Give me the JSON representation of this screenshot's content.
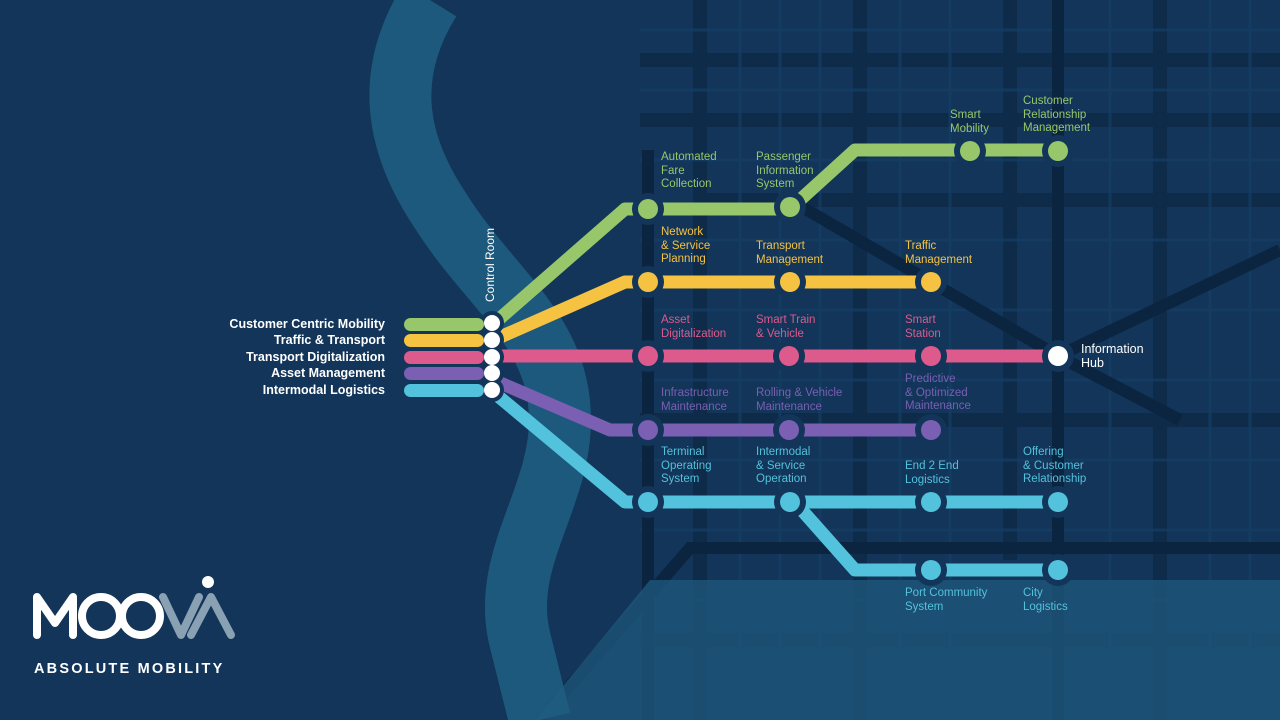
{
  "colors": {
    "background": "#123559",
    "customer_centric_mobility": "#97c66b",
    "traffic_transport": "#f5c242",
    "transport_digitalization": "#dd5a8c",
    "asset_management": "#7a5fb3",
    "intermodal_logistics": "#53c2dc"
  },
  "control_room": "Control Room",
  "legend": [
    {
      "label": "Customer Centric Mobility",
      "color": "#97c66b"
    },
    {
      "label": "Traffic & Transport",
      "color": "#f5c242"
    },
    {
      "label": "Transport Digitalization",
      "color": "#dd5a8c"
    },
    {
      "label": "Asset Management",
      "color": "#7a5fb3"
    },
    {
      "label": "Intermodal Logistics",
      "color": "#53c2dc"
    }
  ],
  "stations": [
    {
      "line": "green",
      "lines": [
        "Automated",
        "Fare",
        "Collection"
      ]
    },
    {
      "line": "green",
      "lines": [
        "Passenger",
        "Information",
        "System"
      ]
    },
    {
      "line": "green",
      "lines": [
        "Smart",
        "Mobility"
      ]
    },
    {
      "line": "green",
      "lines": [
        "Customer",
        "Relationship",
        "Management"
      ]
    },
    {
      "line": "yellow",
      "lines": [
        "Network",
        "& Service",
        "Planning"
      ]
    },
    {
      "line": "yellow",
      "lines": [
        "Transport",
        "Management"
      ]
    },
    {
      "line": "yellow",
      "lines": [
        "Traffic",
        "Management"
      ]
    },
    {
      "line": "pink",
      "lines": [
        "Asset",
        "Digitalization"
      ]
    },
    {
      "line": "pink",
      "lines": [
        "Smart Train",
        "& Vehicle"
      ]
    },
    {
      "line": "pink",
      "lines": [
        "Smart",
        "Station"
      ]
    },
    {
      "line": "hub",
      "lines": [
        "Information",
        "Hub"
      ]
    },
    {
      "line": "purple",
      "lines": [
        "Infrastructure",
        "Maintenance"
      ]
    },
    {
      "line": "purple",
      "lines": [
        "Rolling & Vehicle",
        "Maintenance"
      ]
    },
    {
      "line": "purple",
      "lines": [
        "Predictive",
        "& Optimized",
        "Maintenance"
      ]
    },
    {
      "line": "cyan",
      "lines": [
        "Terminal",
        "Operating",
        "System"
      ]
    },
    {
      "line": "cyan",
      "lines": [
        "Intermodal",
        "& Service",
        "Operation"
      ]
    },
    {
      "line": "cyan",
      "lines": [
        "End 2 End",
        "Logistics"
      ]
    },
    {
      "line": "cyan",
      "lines": [
        "Offering",
        "& Customer",
        "Relationship"
      ]
    },
    {
      "line": "cyan",
      "lines": [
        "Port Community",
        "System"
      ]
    },
    {
      "line": "cyan",
      "lines": [
        "City",
        "Logistics"
      ]
    }
  ],
  "logo": {
    "text": "MOOVIA",
    "tagline": "ABSOLUTE MOBILITY"
  }
}
